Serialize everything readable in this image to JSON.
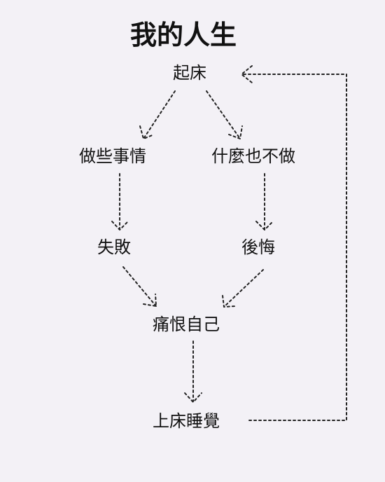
{
  "diagram": {
    "title": "我的人生",
    "nodes": {
      "wake_up": "起床",
      "do_things": "做些事情",
      "do_nothing": "什麼也不做",
      "fail": "失敗",
      "regret": "後悔",
      "hate_self": "痛恨自己",
      "go_to_bed": "上床睡覺"
    }
  }
}
